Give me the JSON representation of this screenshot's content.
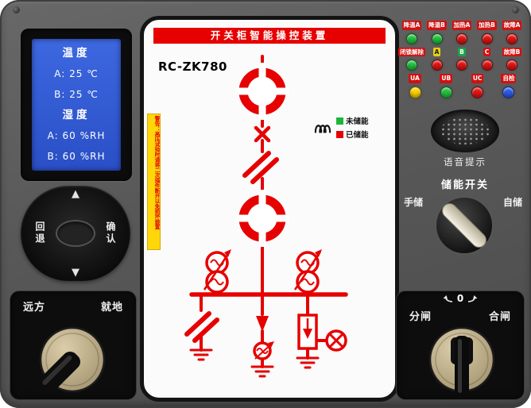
{
  "device_title": "开关柜智能操控装置",
  "model": "RC-ZK780",
  "warning": "警告：高压试验时请将二次插件断开以免损坏装置",
  "lcd": {
    "lines": [
      "温度",
      "A: 25 ℃",
      "B: 25 ℃",
      "湿度",
      "A: 60 %RH",
      "B: 60 %RH"
    ]
  },
  "nav": {
    "up": "▲",
    "down": "▼",
    "back": "回退",
    "confirm": "确认"
  },
  "remote_local": {
    "remote": "远方",
    "local": "就地"
  },
  "open_close": {
    "open": "分闸",
    "close": "合闸",
    "zero": "0"
  },
  "charge_switch": {
    "title": "储能开关",
    "manual": "手储",
    "auto": "自储"
  },
  "speaker_label": "语音提示",
  "legend": {
    "not_charged": {
      "label": "未储能",
      "color": "#1db53c"
    },
    "charged": {
      "label": "已储能",
      "color": "#e60000"
    }
  },
  "colors": {
    "mimic_red": "#e60000",
    "lcd_blue": "#3d68e0",
    "sticker_yellow": "#ffd60a"
  },
  "indicators": {
    "row1_labels": [
      {
        "text": "降温A",
        "bg": "#d01111",
        "fg": "#ffffff"
      },
      {
        "text": "降温B",
        "bg": "#d01111",
        "fg": "#ffffff"
      },
      {
        "text": "加热A",
        "bg": "#d01111",
        "fg": "#ffffff"
      },
      {
        "text": "加热B",
        "bg": "#d01111",
        "fg": "#ffffff"
      },
      {
        "text": "故障A",
        "bg": "#d01111",
        "fg": "#ffffff"
      }
    ],
    "row1_leds": [
      "#22c53e",
      "#22c53e",
      "#e81313",
      "#e81313",
      "#e81313"
    ],
    "row2_labels": [
      {
        "text": "闭锁解除",
        "bg": "#d01111",
        "fg": "#ffffff"
      },
      {
        "text": "A",
        "bg": "#e8cf12",
        "fg": "#1a1a1a"
      },
      {
        "text": "B",
        "bg": "#1aa345",
        "fg": "#ffffff"
      },
      {
        "text": "C",
        "bg": "#d01111",
        "fg": "#ffffff"
      },
      {
        "text": "故障B",
        "bg": "#d01111",
        "fg": "#ffffff"
      }
    ],
    "row2_leds": [
      "#22c53e",
      "#e81313",
      "#e81313",
      "#e81313",
      "#e81313"
    ],
    "row3_labels": [
      {
        "text": "UA",
        "bg": "#d01111",
        "fg": "#ffffff"
      },
      {
        "text": "UB",
        "bg": "#d01111",
        "fg": "#ffffff"
      },
      {
        "text": "UC",
        "bg": "#d01111",
        "fg": "#ffffff"
      },
      {
        "text": "自检",
        "bg": "#d01111",
        "fg": "#ffffff"
      }
    ],
    "row3_leds": [
      "#ffd400",
      "#22c53e",
      "#e81313",
      "#2b5bf0"
    ]
  }
}
